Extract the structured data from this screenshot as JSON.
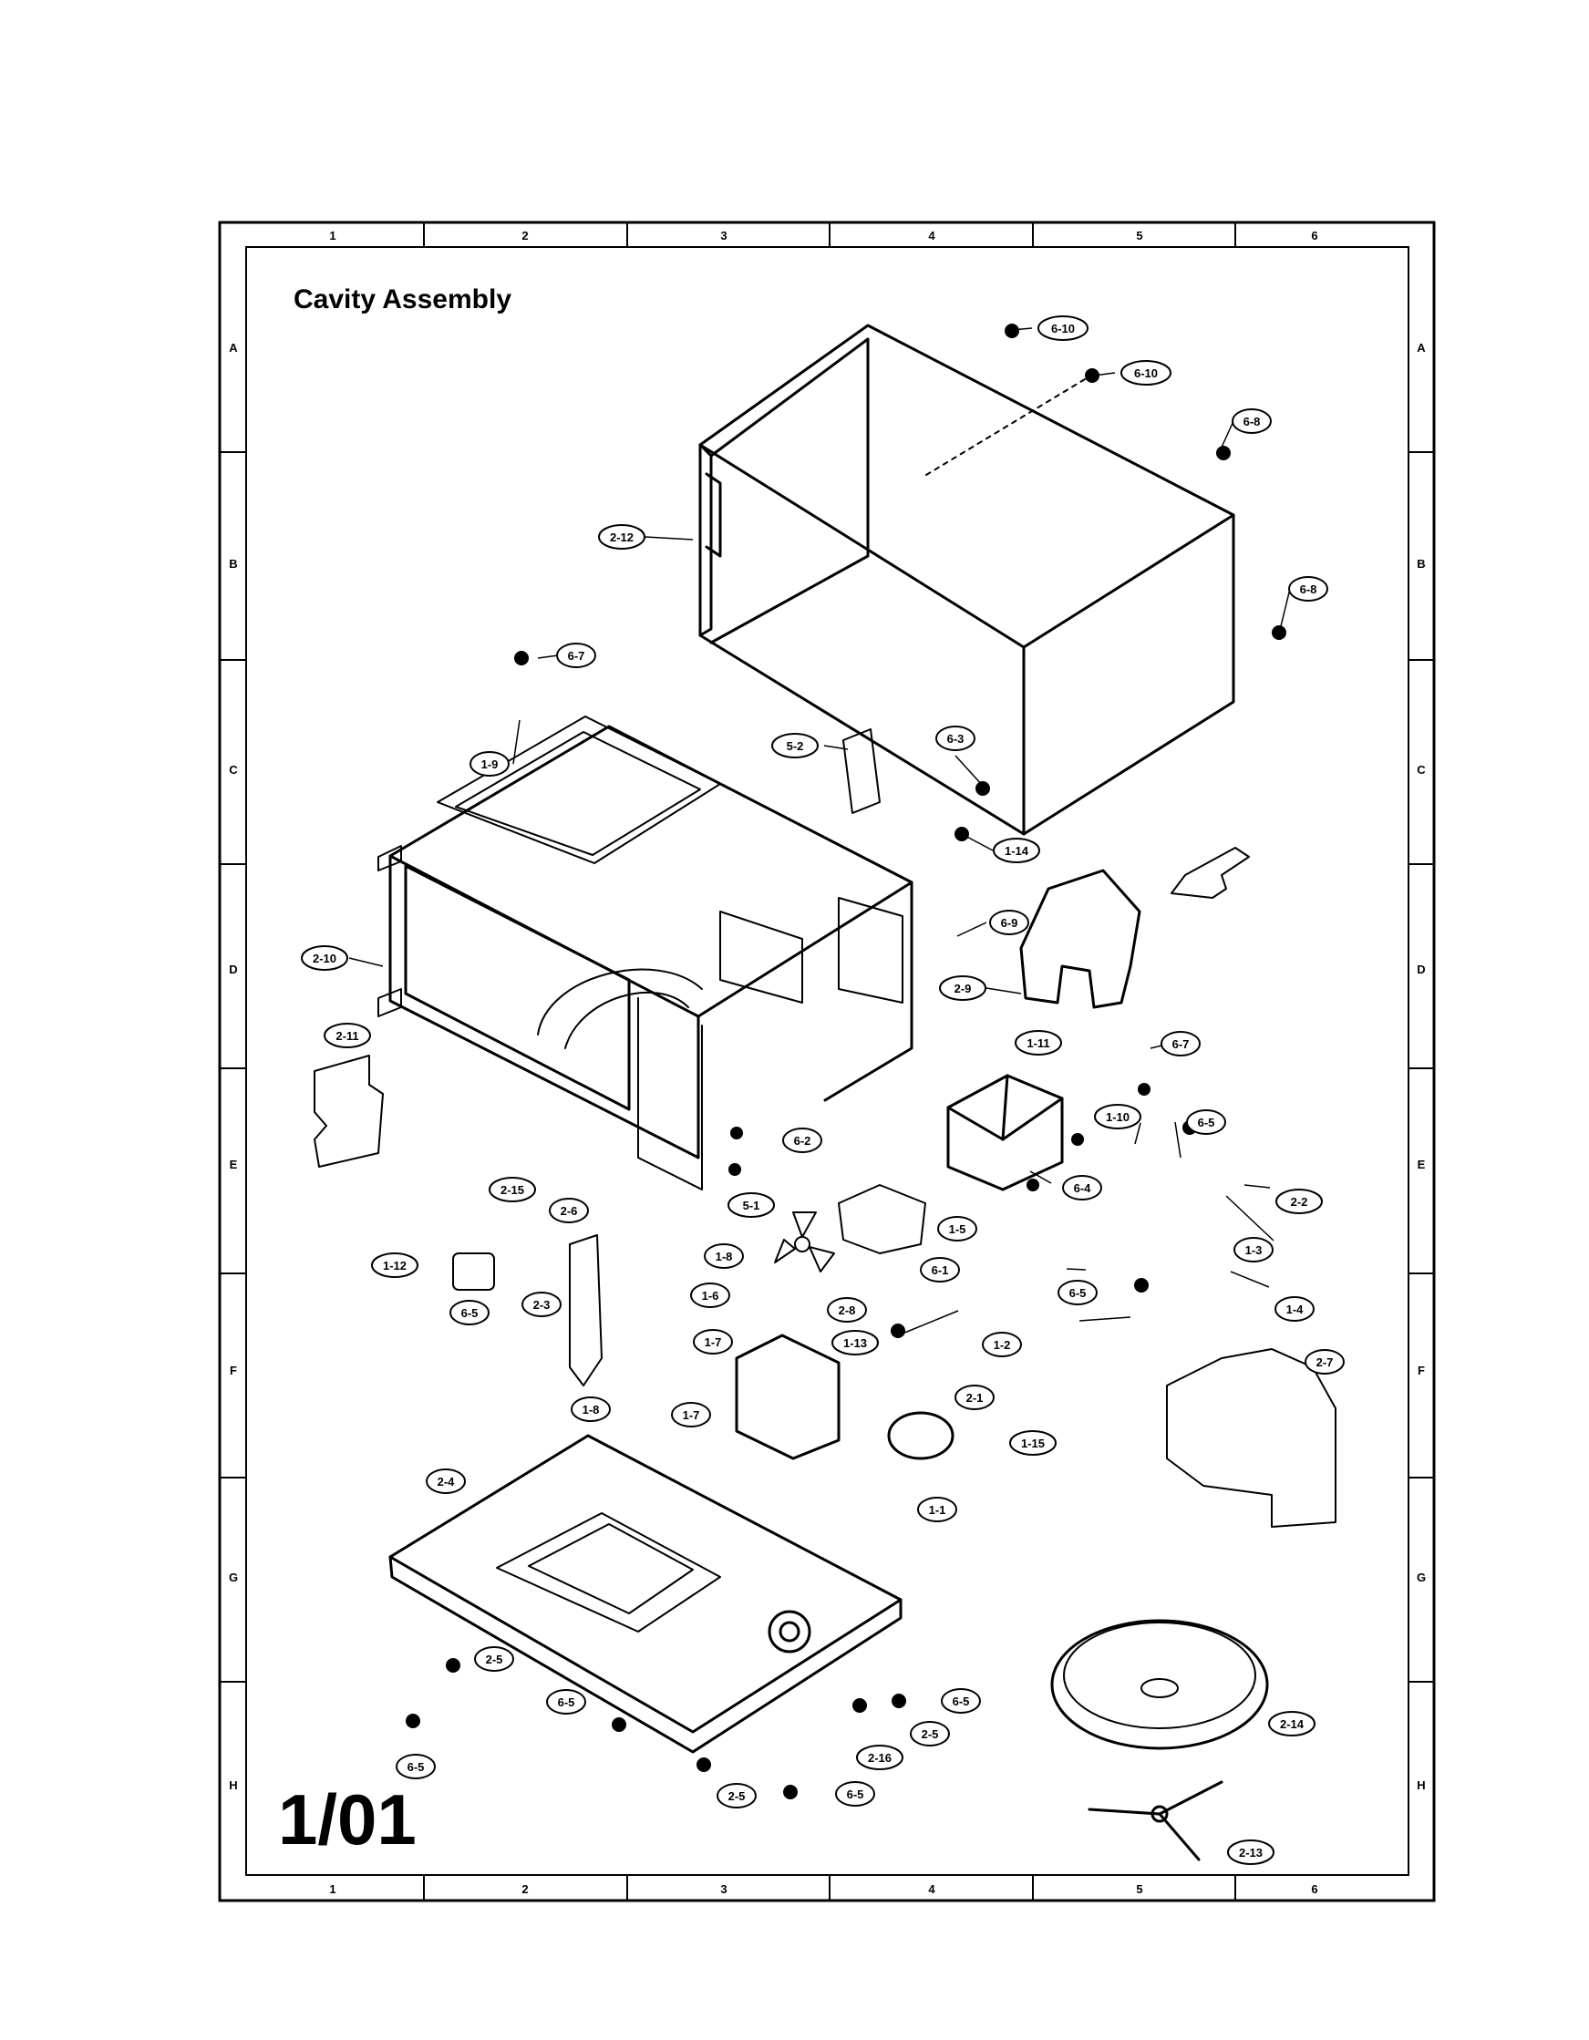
{
  "title": "Cavity Assembly",
  "page_number": "1/01",
  "grid": {
    "columns": [
      "1",
      "2",
      "3",
      "4",
      "5",
      "6"
    ],
    "rows": [
      "A",
      "B",
      "C",
      "D",
      "E",
      "F",
      "G",
      "H"
    ]
  },
  "callouts": [
    "6-10",
    "6-10",
    "6-8",
    "2-12",
    "6-8",
    "6-7",
    "1-9",
    "5-2",
    "6-3",
    "1-14",
    "6-9",
    "2-10",
    "2-9",
    "2-11",
    "1-11",
    "6-7",
    "1-10",
    "6-5",
    "6-2",
    "6-4",
    "2-2",
    "5-1",
    "2-15",
    "2-6",
    "1-5",
    "1-3",
    "1-12",
    "1-8",
    "6-1",
    "6-5",
    "1-4",
    "2-3",
    "1-6",
    "2-8",
    "1-2",
    "6-5",
    "1-7",
    "1-13",
    "2-7",
    "2-1",
    "1-8",
    "1-7",
    "1-15",
    "2-4",
    "1-1",
    "2-5",
    "6-5",
    "6-5",
    "2-5",
    "2-14",
    "6-5",
    "2-16",
    "2-5",
    "6-5",
    "2-13"
  ],
  "colors": {
    "ink": "#000000",
    "paper": "#ffffff"
  }
}
